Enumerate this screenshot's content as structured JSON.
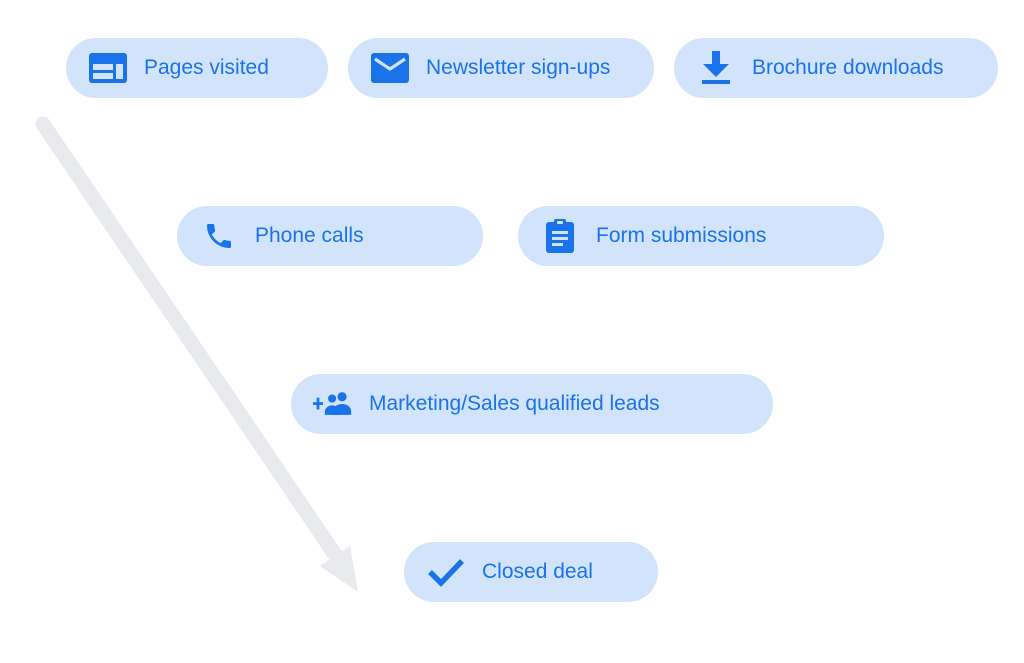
{
  "diagram": {
    "arrow_color": "#e8eaed",
    "pill_color": "#d2e3fc",
    "accent_color": "#1a73e8",
    "tiers": [
      {
        "nodes": [
          {
            "label": "Pages visited",
            "icon": "web-page-icon"
          },
          {
            "label": "Newsletter sign-ups",
            "icon": "mail-icon"
          },
          {
            "label": "Brochure downloads",
            "icon": "download-icon"
          }
        ]
      },
      {
        "nodes": [
          {
            "label": "Phone calls",
            "icon": "phone-icon"
          },
          {
            "label": "Form submissions",
            "icon": "clipboard-icon"
          }
        ]
      },
      {
        "nodes": [
          {
            "label": "Marketing/Sales qualified leads",
            "icon": "group-add-icon"
          }
        ]
      },
      {
        "nodes": [
          {
            "label": "Closed deal",
            "icon": "check-icon"
          }
        ]
      }
    ]
  }
}
